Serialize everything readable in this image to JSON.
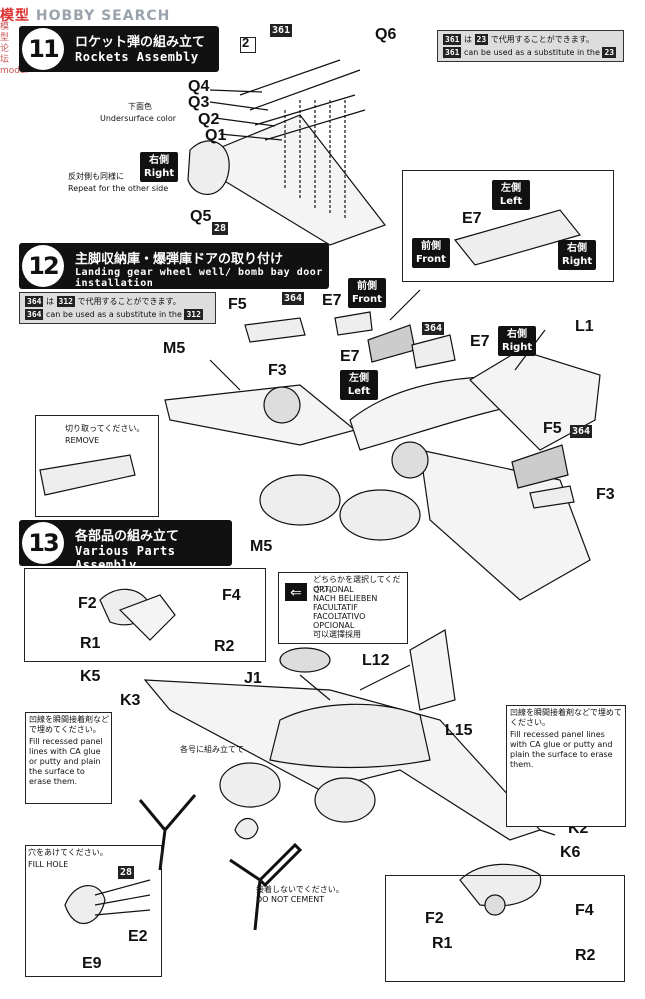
{
  "watermark": {
    "logo": "模型",
    "text": "HOBBY SEARCH",
    "side": "模型\n论坛\nmodel"
  },
  "step11": {
    "number": "11",
    "title_jp": "ロケット弾の組み立て",
    "title_en": "Rockets Assembly",
    "labels": [
      "2",
      "361",
      "Q6",
      "Q4",
      "Q3",
      "Q2",
      "Q1",
      "Q5",
      "28"
    ],
    "under_jp": "下面色",
    "under_en": "Undersurface color",
    "tag_right_jp": "右側",
    "tag_right_en": "Right",
    "repeat_jp": "反対側も同様に",
    "repeat_en": "Repeat for the other side"
  },
  "note11": {
    "code1": "361",
    "jp": "は",
    "code2": "23",
    "jp2": "で代用することができます。",
    "code3": "361",
    "en": "can be used as a substitute in the",
    "code4": "23"
  },
  "step12": {
    "number": "12",
    "title_jp": "主脚収納庫・爆弾庫ドアの取り付け",
    "title_en": "Landing gear wheel well/ bomb bay door installation",
    "labels": [
      "F5",
      "364",
      "E7",
      "M5",
      "F3",
      "E7",
      "364",
      "E7",
      "L1",
      "F5",
      "364",
      "F3"
    ],
    "tag_front_jp": "前側",
    "tag_front_en": "Front",
    "tag_left_jp": "左側",
    "tag_left_en": "Left",
    "tag_right_jp": "右側",
    "tag_right_en": "Right",
    "remove_jp": "切り取ってください。",
    "remove_en": "REMOVE"
  },
  "note12": {
    "code1": "364",
    "jp": "は",
    "code2": "312",
    "jp2": "で代用することができます。",
    "code3": "364",
    "en": "can be used as a substitute in the",
    "code4": "312"
  },
  "inset12": {
    "label": "E7",
    "front_jp": "前側",
    "front_en": "Front",
    "left_jp": "左側",
    "left_en": "Left",
    "right_jp": "右側",
    "right_en": "Right"
  },
  "step13": {
    "number": "13",
    "title_jp": "各部品の組み立て",
    "title_en": "Various Parts Assembly",
    "labels": [
      "M5",
      "F2",
      "R1",
      "F4",
      "R2",
      "K5",
      "K3",
      "J1",
      "L12",
      "L15",
      "K2",
      "K6",
      "E2",
      "E9",
      "F2",
      "R1",
      "F4",
      "R2",
      "28"
    ],
    "optional": [
      "どちらかを選択してください。",
      "OPTIONAL",
      "NACH BELIEBEN",
      "FACULTATIF",
      "FACOLTATIVO",
      "OPCIONAL",
      "可以選擇採用"
    ],
    "fill_jp": "凹線を瞬間接着剤などで埋めてください。",
    "fill_en": "Fill recessed panel lines with CA glue or putty and plain the surface to erase them.",
    "fill2_jp": "凹線を瞬間接着剤などで埋めてください。",
    "fill2_en": "Fill recessed panel lines with CA glue or putty and plain the surface to erase them.",
    "hole_jp": "穴をあけてください。",
    "hole_en": "FILL HOLE",
    "nocement_jp": "接着しないでください。",
    "nocement_en": "DO NOT CEMENT",
    "misc_jp": "各号に組み立てて"
  }
}
